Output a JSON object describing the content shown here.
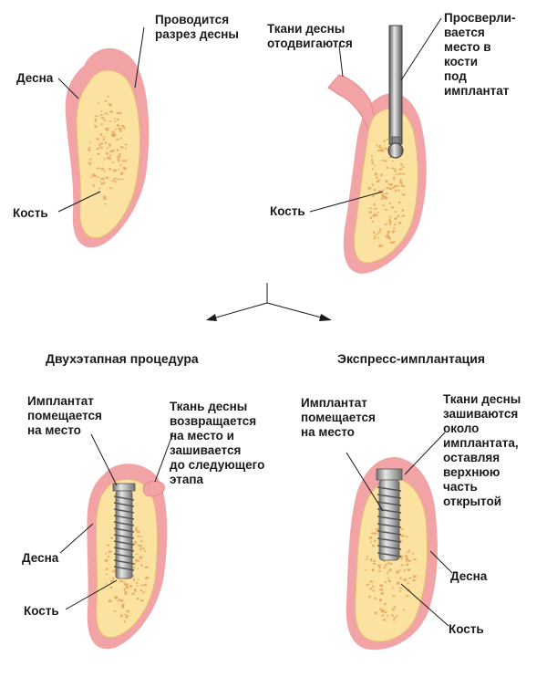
{
  "panel1": {
    "incision": "Проводится\nразрез десны",
    "gum": "Десна",
    "bone": "Кость"
  },
  "panel2": {
    "retract": "Ткани десны\nотодвигаются",
    "drill": "Просверли-\nвается\nместо в\nкости\nпод\nимплантат",
    "bone": "Кость"
  },
  "headings": {
    "two_stage": "Двухэтапная процедура",
    "express": "Экспресс-имплантация"
  },
  "panel3": {
    "implant": "Имплантат\nпомещается\nна место",
    "tissue": "Ткань десны\nвозвращается\nна место и\nзашивается\nдо следующего\nэтапа",
    "gum": "Десна",
    "bone": "Кость"
  },
  "panel4": {
    "implant": "Имплантат\nпомещается\nна место",
    "tissue": "Ткани десны\nзашиваются\nоколо\nимплантата,\nоставляя\nверхнюю\nчасть\nоткрытой",
    "gum": "Десна",
    "bone": "Кость"
  },
  "colors": {
    "gum": "#f2a3a6",
    "bone": "#fbe2a0",
    "pores": "#e8a85f",
    "implant": "#a9a9a9"
  }
}
